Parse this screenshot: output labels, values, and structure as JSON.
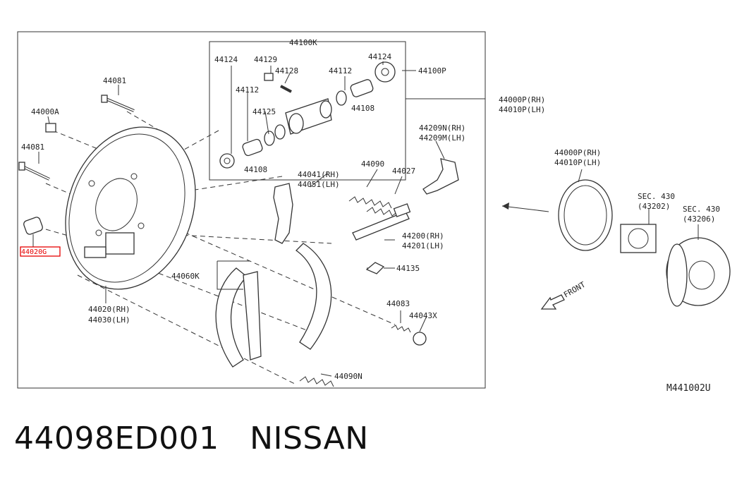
{
  "diagram": {
    "code": "M441002U",
    "labels": {
      "kit": "44100K",
      "wc_seal_l": "44124",
      "wc_cap": "44129",
      "wc_bleeder": "44128",
      "wc_seal_r": "44124",
      "wc_piston_r": "44112",
      "wc_assy": "44100P",
      "wc_piston_l": "44112",
      "wc_cup_l": "44125",
      "wc_boot_r": "44108",
      "wc_boot_l": "44108",
      "bolt_top": "44081",
      "nut": "44000A",
      "bolt_left": "44081",
      "plug": "44020G",
      "plate_rh": "44020(RH)",
      "plate_lh": "44030(LH)",
      "brake_rh": "44000P(RH)",
      "brake_lh": "44010P(LH)",
      "adj_rh": "44209N(RH)",
      "adj_lh": "44209M(LH)",
      "spring_090": "44090",
      "spring_027": "44027",
      "lever_rh": "44041(RH)",
      "lever_lh": "44051(LH)",
      "strut_rh": "44200(RH)",
      "strut_lh": "44201(LH)",
      "clip": "44135",
      "shoe": "44060K",
      "pin": "44083",
      "retainer": "44043X",
      "spring_090n": "44090N",
      "ov_brake_rh": "44000P(RH)",
      "ov_brake_lh": "44010P(LH)",
      "sec1": "SEC. 430",
      "sec1_num": "(43202)",
      "sec2": "SEC. 430",
      "sec2_num": "(43206)",
      "front": "FRONT"
    }
  },
  "caption": "44098ED001   NISSAN",
  "colors": {
    "highlight": "#e60000",
    "line": "#333333"
  }
}
